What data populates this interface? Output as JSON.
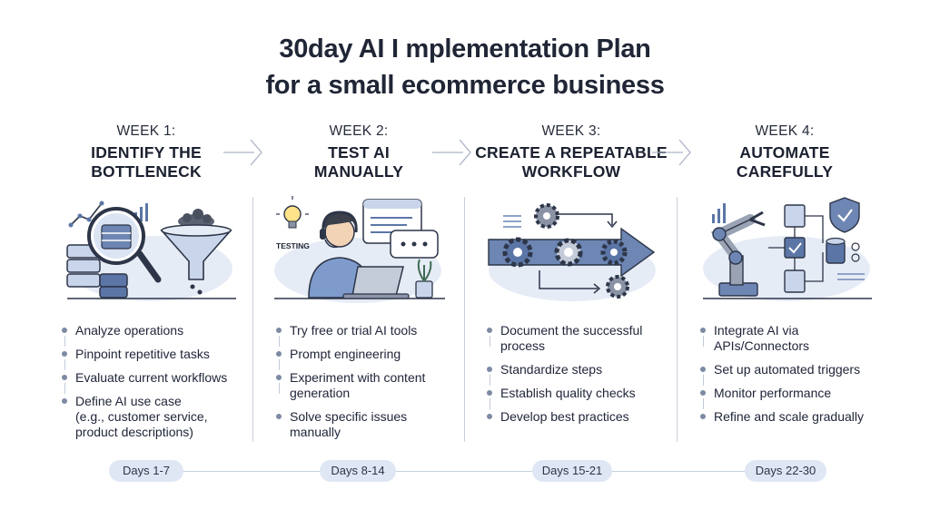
{
  "title_line1": "30day AI I mplementation Plan",
  "title_line2": "for a small ecommerce business",
  "weeks": [
    {
      "label": "WEEK 1:",
      "name_line1": "IDENTIFY THE",
      "name_line2": "BOTTLENECK",
      "tasks": [
        "Analyze operations",
        "Pinpoint repetitive tasks",
        "Evaluate current workflows"
      ],
      "task4_line1": "Define AI use case",
      "task4_line2": "(e.g., customer service,",
      "task4_line3": "product descriptions)",
      "days": "Days 1-7"
    },
    {
      "label": "WEEK 2:",
      "name_line1": "TEST AI",
      "name_line2": "MANUALLY",
      "illus_badge": "TESTING",
      "task1": "Try free or trial AI tools",
      "task2": "Prompt engineering",
      "task3_line1": "Experiment with content",
      "task3_line2": "generation",
      "task4_line1": "Solve specific issues",
      "task4_line2": "manually",
      "days": "Days 8-14"
    },
    {
      "label": "WEEK 3:",
      "name_line1": "CREATE A REPEATABLE",
      "name_line2": "WORKFLOW",
      "task1_line1": "Document the successful",
      "task1_line2": "process",
      "task2": "Standardize steps",
      "task3": "Establish quality checks",
      "task4": "Develop best practices",
      "days": "Days 15-21"
    },
    {
      "label": "WEEK 4:",
      "name_line1": "AUTOMATE",
      "name_line2": "CAREFULLY",
      "task1_line1": "Integrate AI via",
      "task1_line2": "APIs/Connectors",
      "task2": "Set up automated triggers",
      "task3": "Monitor performance",
      "task4": "Refine and scale gradually",
      "days": "Days 22-30"
    }
  ],
  "colors": {
    "text": "#1e2433",
    "accent_blue": "#5b76a6",
    "light_blue": "#e6ecf6",
    "pill": "#dfe7f4",
    "line": "#c7d0de"
  }
}
